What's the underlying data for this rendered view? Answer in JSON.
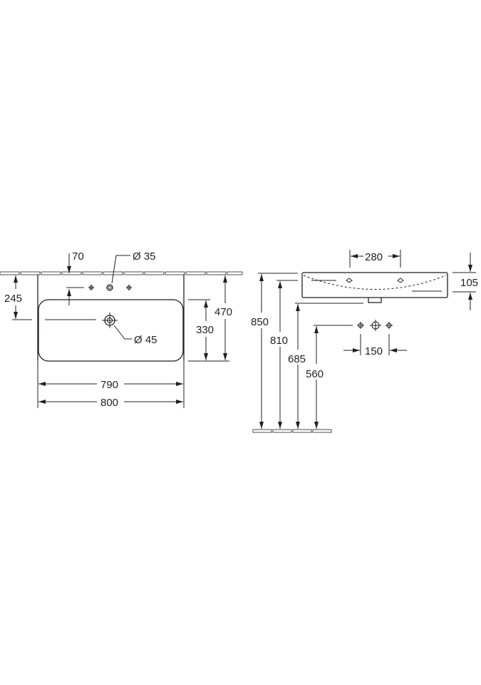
{
  "top_view": {
    "dim_tap_offset": "70",
    "dim_tap_hole": "Ø 35",
    "dim_drain_depth": "245",
    "dim_drain": "Ø 45",
    "dim_bowl_depth": "330",
    "dim_total_depth": "470",
    "dim_bowl_width": "790",
    "dim_total_width": "800"
  },
  "side_view": {
    "dim_tap_spacing": "280",
    "dim_height": "105",
    "dim_top_height": "850",
    "dim_rim_height": "810",
    "dim_bottom_height": "685",
    "dim_supply_height": "560",
    "dim_supply_spacing": "150"
  }
}
